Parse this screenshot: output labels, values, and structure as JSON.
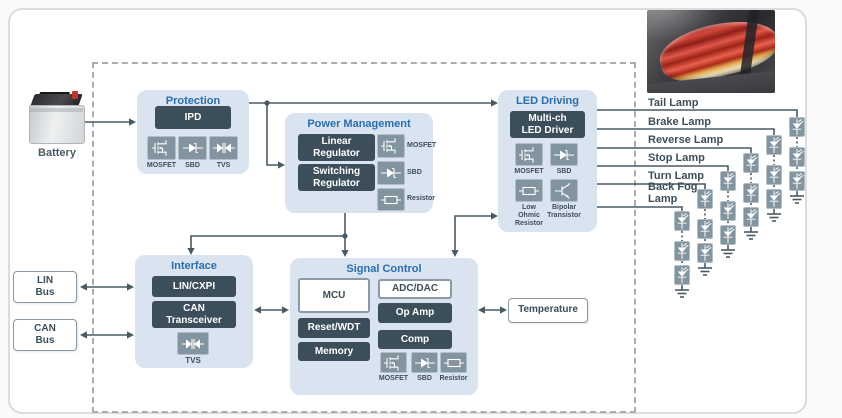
{
  "battery": {
    "label": "Battery"
  },
  "io": {
    "lin_bus": "LIN\nBus",
    "can_bus": "CAN\nBus",
    "temperature": "Temperature"
  },
  "blocks": {
    "protection": {
      "title": "Protection",
      "parts": [
        "IPD"
      ],
      "components": [
        {
          "icon": "mosfet",
          "label": "MOSFET"
        },
        {
          "icon": "sbd",
          "label": "SBD"
        },
        {
          "icon": "tvs",
          "label": "TVS"
        }
      ]
    },
    "power_management": {
      "title": "Power Management",
      "parts": [
        "Linear\nRegulator",
        "Switching\nRegulator"
      ],
      "components": [
        {
          "icon": "mosfet",
          "label": "MOSFET"
        },
        {
          "icon": "sbd",
          "label": "SBD"
        },
        {
          "icon": "resistor",
          "label": "Resistor"
        }
      ]
    },
    "led_driving": {
      "title": "LED Driving",
      "parts": [
        "Multi-ch\nLED Driver"
      ],
      "components": [
        {
          "icon": "mosfet",
          "label": "MOSFET"
        },
        {
          "icon": "sbd",
          "label": "SBD"
        },
        {
          "icon": "resistor",
          "label": "Low\nOhmic\nResistor"
        },
        {
          "icon": "bjt",
          "label": "Bipolar\nTransistor"
        }
      ]
    },
    "interface": {
      "title": "Interface",
      "parts": [
        "LIN/CXPI",
        "CAN\nTransceiver"
      ],
      "components": [
        {
          "icon": "tvs",
          "label": "TVS"
        }
      ]
    },
    "signal_control": {
      "title": "Signal Control",
      "parts_highlight": [
        "MCU",
        "ADC/DAC"
      ],
      "parts": [
        "Reset/WDT",
        "Memory",
        "Op Amp",
        "Comp"
      ],
      "components": [
        {
          "icon": "mosfet",
          "label": "MOSFET"
        },
        {
          "icon": "sbd",
          "label": "SBD"
        },
        {
          "icon": "resistor",
          "label": "Resistor"
        }
      ]
    }
  },
  "lamps": [
    {
      "label": "Tail Lamp",
      "led_count": 3
    },
    {
      "label": "Brake Lamp",
      "led_count": 3
    },
    {
      "label": "Reverse Lamp",
      "led_count": 3
    },
    {
      "label": "Stop Lamp",
      "led_count": 3
    },
    {
      "label": "Turn Lamp",
      "led_count": 3
    },
    {
      "label": "Back Fog\nLamp",
      "led_count": 3
    }
  ],
  "colors": {
    "title_blue": "#2a6fad",
    "block_bg": "#d9e4f0",
    "chip_dark": "#3c4e5a",
    "icon_bg": "#8294a0",
    "wire": "#4a5a64",
    "tail_light_red": "#d3473a",
    "tail_light_amber": "#e2a84e"
  }
}
